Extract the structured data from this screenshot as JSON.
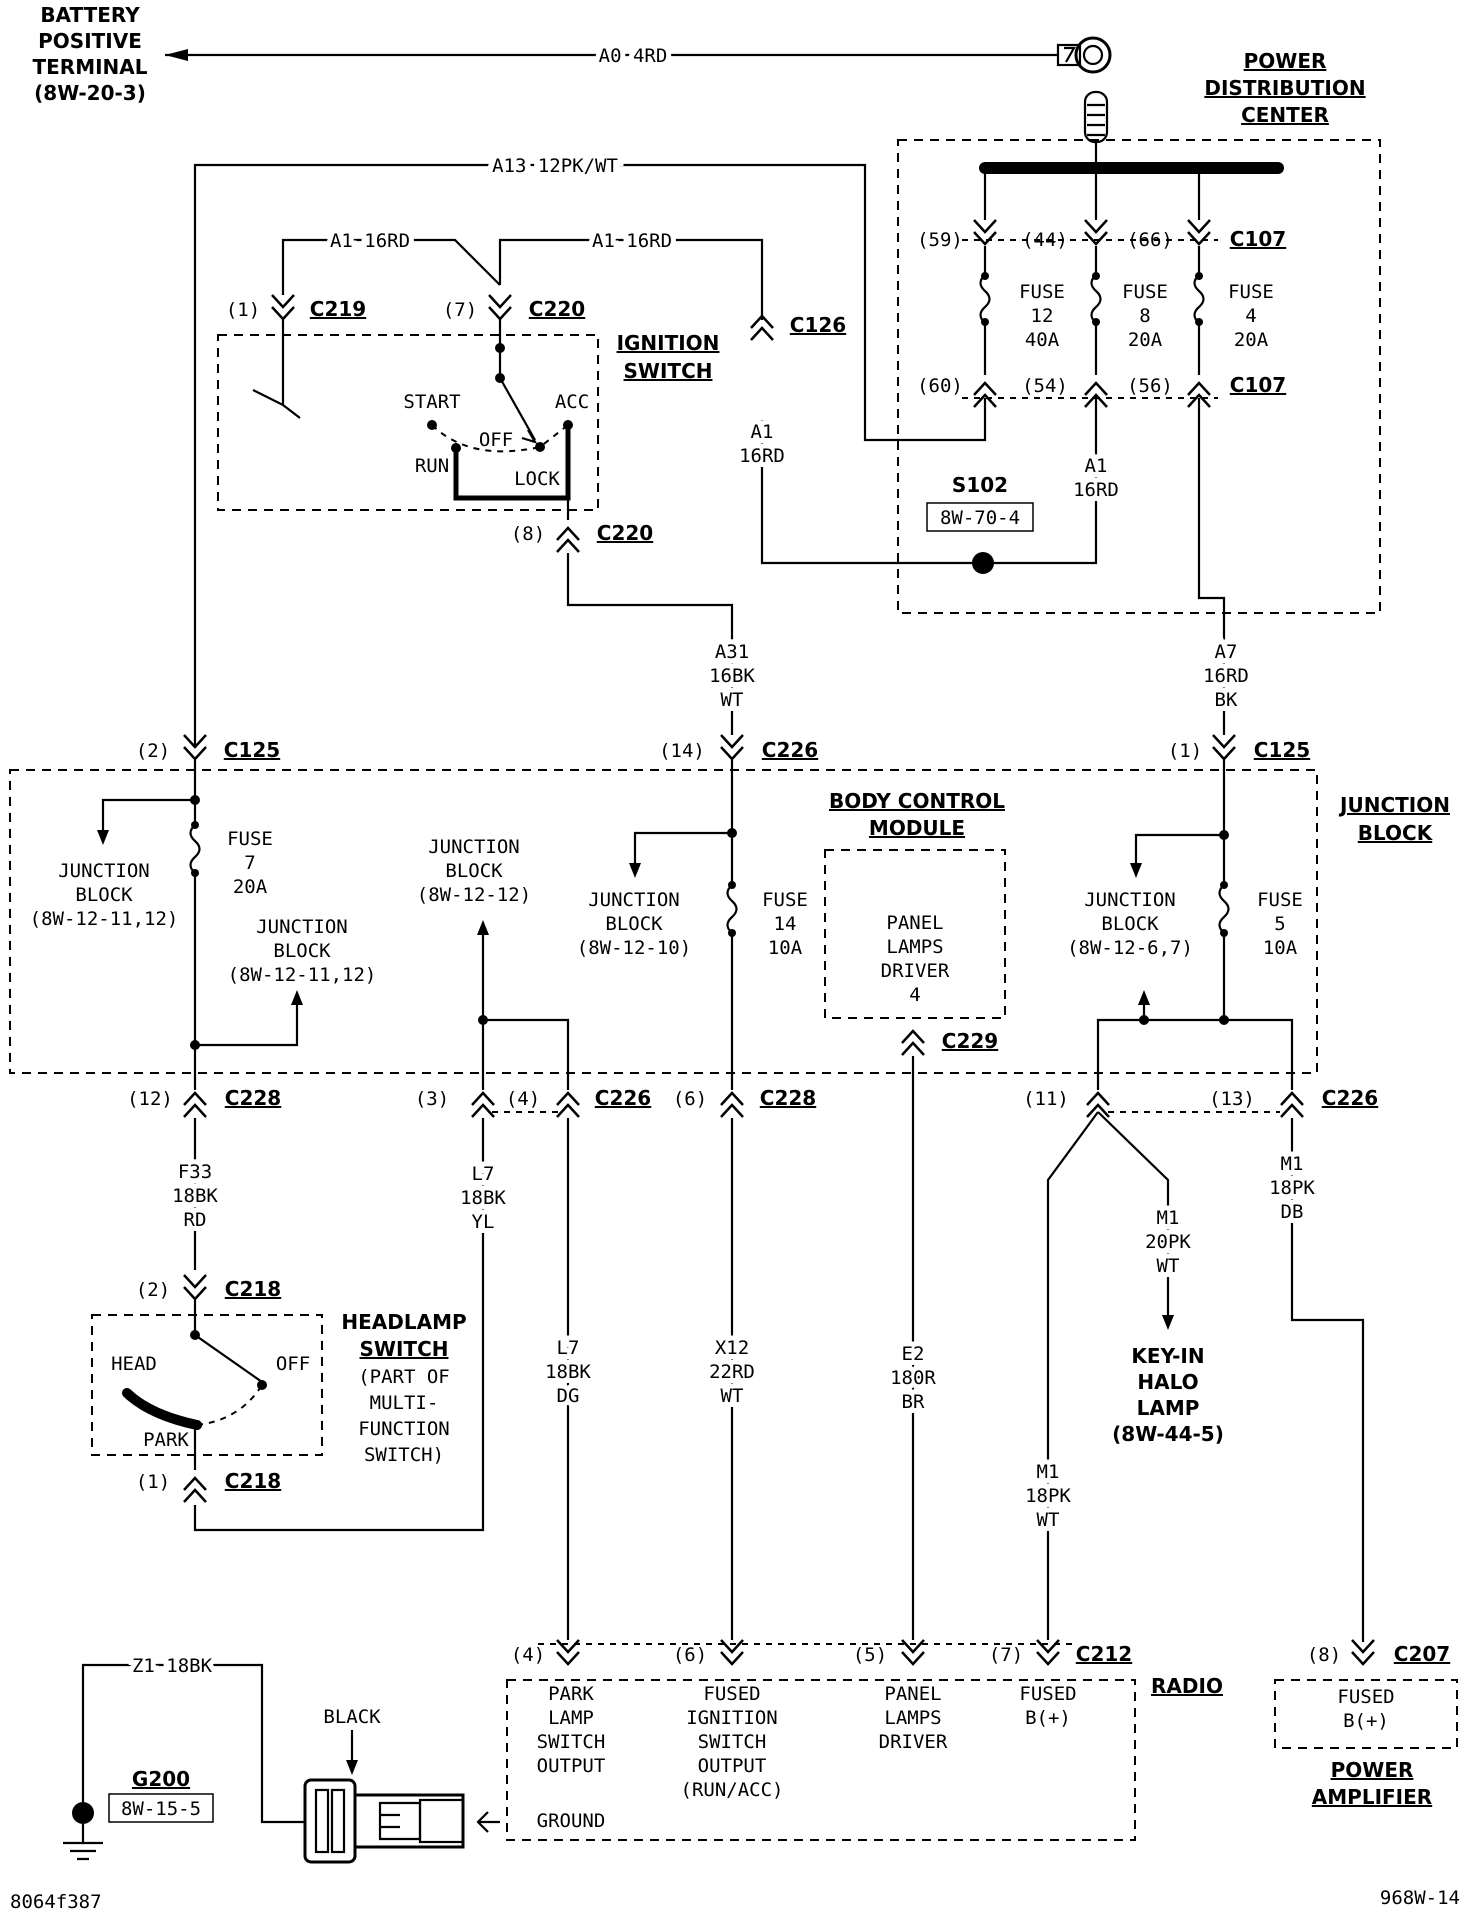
{
  "battery": {
    "l1": "BATTERY",
    "l2": "POSITIVE",
    "l3": "TERMINAL",
    "l4": "(8W-20-3)"
  },
  "wires": {
    "a0": "A0 4RD",
    "a13": "A13 12PK/WT",
    "a1_left": "A1 16RD",
    "a1_mid": "A1 16RD",
    "a1_c126_1": "A1",
    "a1_c126_2": "16RD",
    "a1_s102_1": "A1",
    "a1_s102_2": "16RD",
    "a31_1": "A31",
    "a31_2": "16BK",
    "a31_3": "WT",
    "a7_1": "A7",
    "a7_2": "16RD",
    "a7_3": "BK",
    "f33_1": "F33",
    "f33_2": "18BK",
    "f33_3": "RD",
    "l7a_1": "L7",
    "l7a_2": "18BK",
    "l7a_3": "YL",
    "l7b_1": "L7",
    "l7b_2": "18BK",
    "l7b_3": "DG",
    "x12_1": "X12",
    "x12_2": "22RD",
    "x12_3": "WT",
    "e2_1": "E2",
    "e2_2": "180R",
    "e2_3": "BR",
    "m1a_1": "M1",
    "m1a_2": "18PK",
    "m1a_3": "WT",
    "m1b_1": "M1",
    "m1b_2": "20PK",
    "m1b_3": "WT",
    "m1c_1": "M1",
    "m1c_2": "18PK",
    "m1c_3": "DB",
    "z1": "Z1 18BK"
  },
  "pdc": {
    "title1": "POWER",
    "title2": "DISTRIBUTION",
    "title3": "CENTER",
    "p59": "(59)",
    "p44": "(44)",
    "p66": "(66)",
    "p60": "(60)",
    "p54": "(54)",
    "p56": "(56)",
    "c107a": "C107",
    "c107b": "C107",
    "f12_1": "FUSE",
    "f12_2": "12",
    "f12_3": "40A",
    "f8_1": "FUSE",
    "f8_2": "8",
    "f8_3": "20A",
    "f4_1": "FUSE",
    "f4_2": "4",
    "f4_3": "20A",
    "s102": "S102",
    "s102ref": "8W-70-4"
  },
  "ignition": {
    "title1": "IGNITION",
    "title2": "SWITCH",
    "start": "START",
    "acc": "ACC",
    "off": "OFF",
    "run": "RUN",
    "lock": "LOCK",
    "p1": "(1)",
    "c219": "C219",
    "p7": "(7)",
    "c220a": "C220",
    "p8": "(8)",
    "c220b": "C220",
    "c126": "C126"
  },
  "junction": {
    "title1": "JUNCTION",
    "title2": "BLOCK",
    "p2": "(2)",
    "c125a": "C125",
    "p14": "(14)",
    "c226a": "C226",
    "p1": "(1)",
    "c125b": "C125",
    "f7_1": "FUSE",
    "f7_2": "7",
    "f7_3": "20A",
    "f14_1": "FUSE",
    "f14_2": "14",
    "f14_3": "10A",
    "f5_1": "FUSE",
    "f5_2": "5",
    "f5_3": "10A",
    "jb1_1": "JUNCTION",
    "jb1_2": "BLOCK",
    "jb1_3": "(8W-12-11,12)",
    "jb2_1": "JUNCTION",
    "jb2_2": "BLOCK",
    "jb2_3": "(8W-12-11,12)",
    "jb3_1": "JUNCTION",
    "jb3_2": "BLOCK",
    "jb3_3": "(8W-12-12)",
    "jb4_1": "JUNCTION",
    "jb4_2": "BLOCK",
    "jb4_3": "(8W-12-10)",
    "jb5_1": "JUNCTION",
    "jb5_2": "BLOCK",
    "jb5_3": "(8W-12-6,7)",
    "p12": "(12)",
    "c228a": "C228",
    "p3": "(3)",
    "p4": "(4)",
    "c226b": "C226",
    "p6": "(6)",
    "c228b": "C228",
    "p11": "(11)",
    "p13": "(13)",
    "c226c": "C226"
  },
  "bcm": {
    "title1": "BODY CONTROL",
    "title2": "MODULE",
    "d1": "PANEL",
    "d2": "LAMPS",
    "d3": "DRIVER",
    "d4": "4",
    "c229": "C229"
  },
  "headlamp": {
    "title1": "HEADLAMP",
    "title2": "SWITCH",
    "sub1": "(PART OF",
    "sub2": "MULTI-",
    "sub3": "FUNCTION",
    "sub4": "SWITCH)",
    "head": "HEAD",
    "off": "OFF",
    "park": "PARK",
    "p2": "(2)",
    "c218a": "C218",
    "p1": "(1)",
    "c218b": "C218"
  },
  "keyin": {
    "l1": "KEY-IN",
    "l2": "HALO",
    "l3": "LAMP",
    "l4": "(8W-44-5)"
  },
  "radio": {
    "title": "RADIO",
    "c212": "C212",
    "p4": "(4)",
    "p6": "(6)",
    "p5": "(5)",
    "p7": "(7)",
    "t1a": "PARK",
    "t1b": "LAMP",
    "t1c": "SWITCH",
    "t1d": "OUTPUT",
    "t2a": "FUSED",
    "t2b": "IGNITION",
    "t2c": "SWITCH",
    "t2d": "OUTPUT",
    "t2e": "(RUN/ACC)",
    "t3a": "PANEL",
    "t3b": "LAMPS",
    "t3c": "DRIVER",
    "t4a": "FUSED",
    "t4b": "B(+)",
    "ground": "GROUND"
  },
  "amp": {
    "p8": "(8)",
    "c207": "C207",
    "t1": "FUSED",
    "t2": "B(+)",
    "title1": "POWER",
    "title2": "AMPLIFIER"
  },
  "ground": {
    "g200": "G200",
    "ref": "8W-15-5",
    "black": "BLACK"
  },
  "footer": {
    "left": "8064f387",
    "right": "968W-14"
  }
}
